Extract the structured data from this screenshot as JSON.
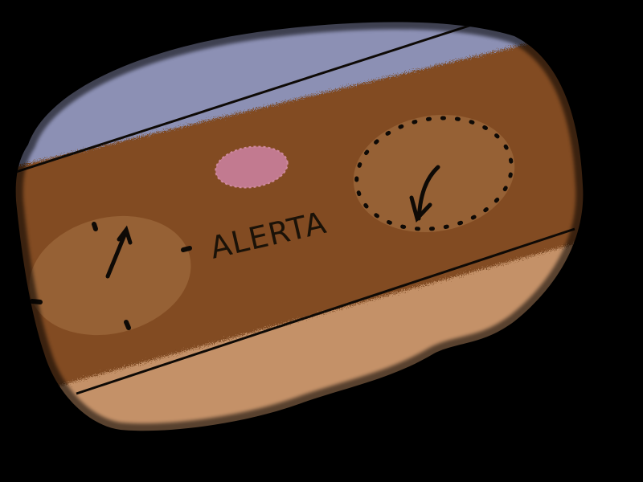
{
  "panel": {
    "label": "ALERTA",
    "label_color": "#1a1208"
  },
  "colors": {
    "panel_wood": "#824c20",
    "sky": "#8c90b4",
    "floor": "#c49168",
    "dial_fill": "#9a6538",
    "indicator_light": "#c27a90",
    "ink": "#0e0a06",
    "vignette": "#000000"
  },
  "dials": [
    {
      "name": "left-dial",
      "marker_style": "four-dashes",
      "needle_direction": "up-right",
      "icon": "arrow-up-icon"
    },
    {
      "name": "right-dial",
      "marker_style": "dotted-ring",
      "needle_direction": "down-left",
      "icon": "arrow-down-icon"
    }
  ],
  "indicator": {
    "state": "on",
    "color": "#c27a90"
  }
}
